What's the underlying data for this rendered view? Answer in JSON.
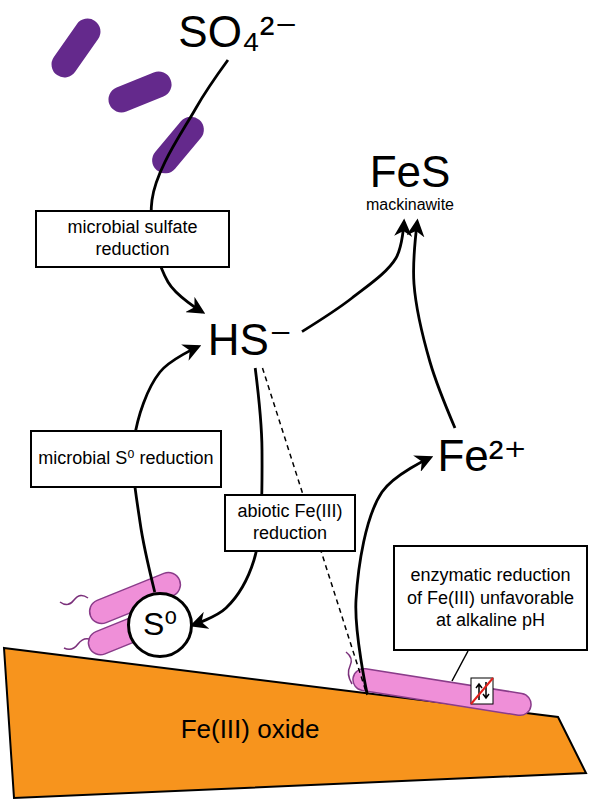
{
  "diagram": {
    "nodes": [
      {
        "text": [
          "SO₄²⁻"
        ]
      },
      {
        "text": [
          "FeS",
          "mackinawite"
        ]
      },
      {
        "text": [
          "HS⁻"
        ]
      },
      {
        "text": [
          "Fe²⁺"
        ]
      },
      {
        "text": [
          "S⁰"
        ]
      },
      {
        "text": [
          "enzymatic reduction of Fe(III) unfavorable at alkaline pH"
        ]
      },
      {
        "text": [
          "Fe(III) oxide"
        ]
      }
    ],
    "edges": [
      {
        "from": 0,
        "to": 2,
        "arrow": "to",
        "label": "microbial sulfate reduction"
      },
      {
        "from": 4,
        "to": 2,
        "arrow": "to",
        "label": "microbial S⁰ reduction"
      },
      {
        "from": 2,
        "to": 4,
        "arrow": "to",
        "label": "abiotic Fe(III) reduction"
      },
      {
        "from": 2,
        "to": 1,
        "arrow": "to"
      },
      {
        "from": 3,
        "to": 1,
        "arrow": "to"
      },
      {
        "from": 6,
        "to": 3,
        "arrow": "to"
      },
      {
        "from": 2,
        "to": 6,
        "arrow": "none"
      }
    ]
  }
}
